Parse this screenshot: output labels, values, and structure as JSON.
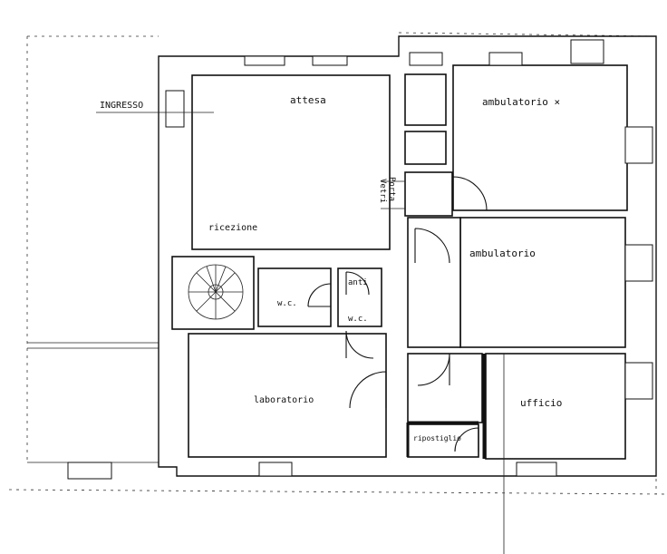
{
  "colors": {
    "ink": "#111111",
    "paper": "#ffffff"
  },
  "labels": {
    "ingresso": "INGRESSO",
    "attesa": "attesa",
    "ricezione": "ricezione",
    "porta_vetri_1": "Porta",
    "porta_vetri_2": "Vetri",
    "ambulatorio_1": "ambulatorio ×",
    "ambulatorio_2": "ambulatorio",
    "wc": "w.c.",
    "anti_wc_1": "anti",
    "anti_wc_2": "w.c.",
    "laboratorio": "laboratorio",
    "ufficio": "ufficio",
    "ripostiglio": "ripostiglio"
  }
}
